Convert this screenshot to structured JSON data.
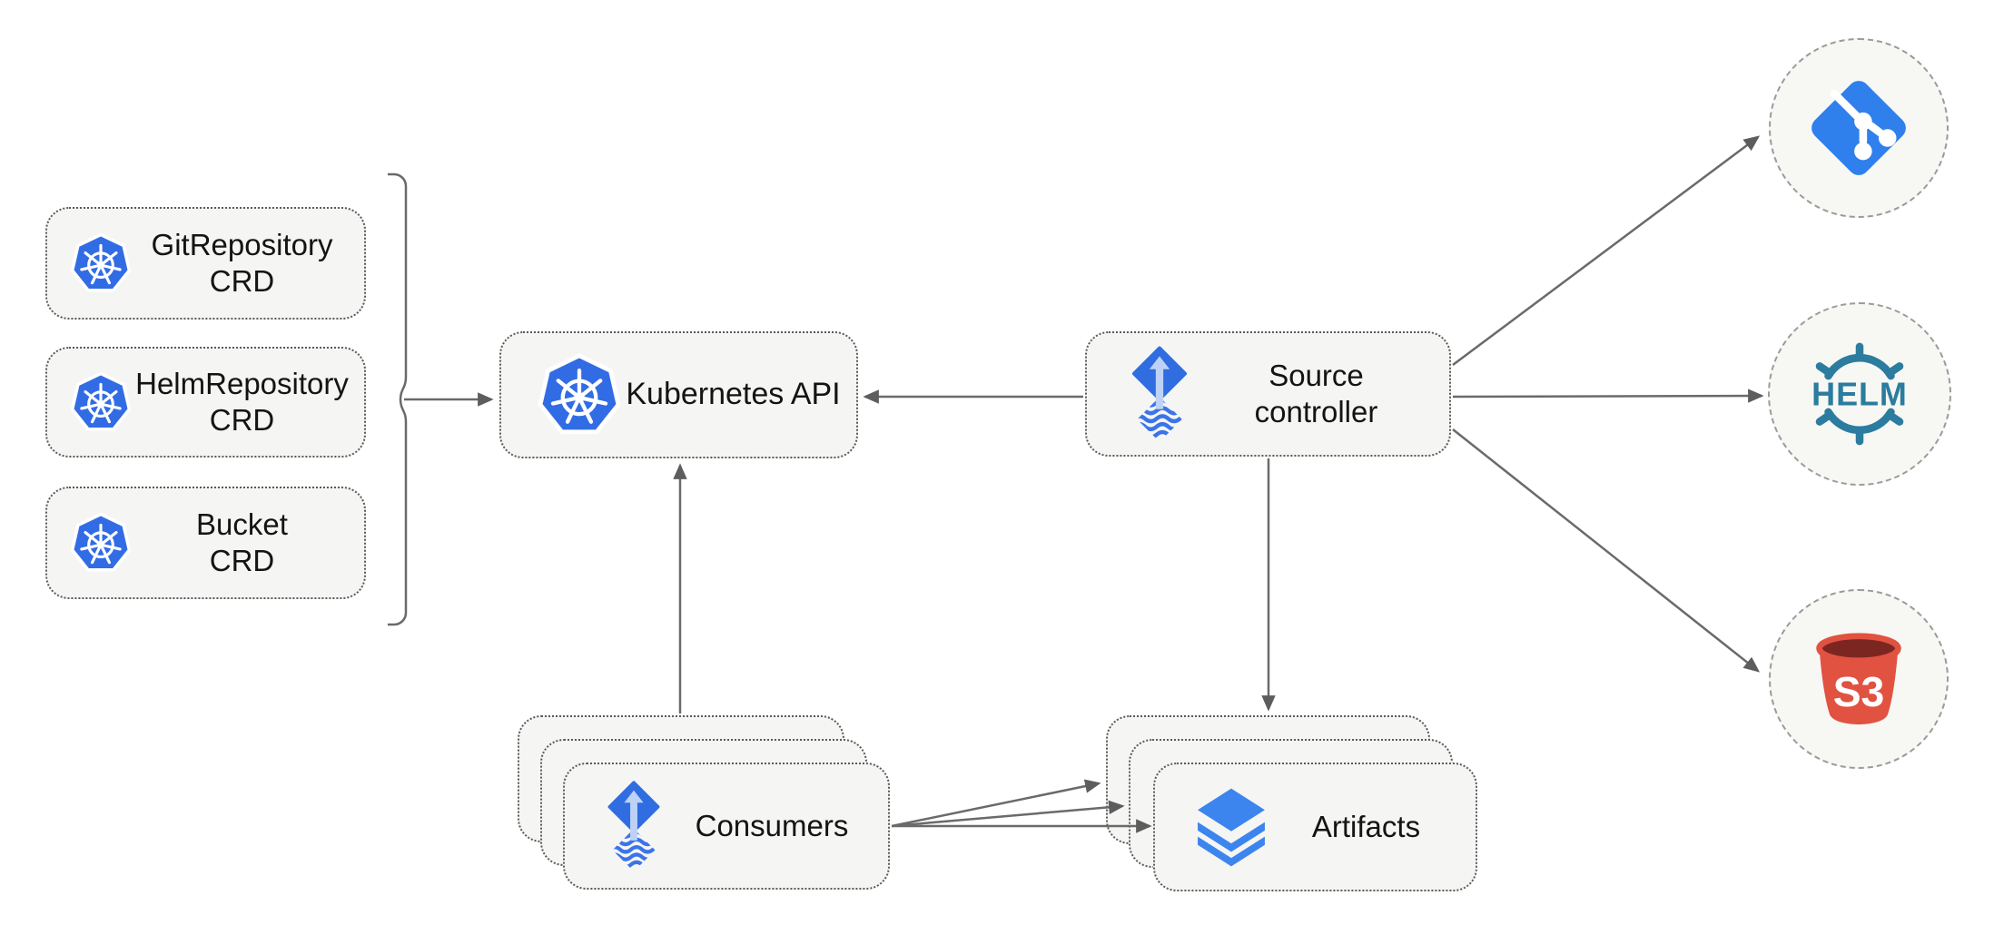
{
  "diagram": {
    "nodes": {
      "crd_boxes": [
        {
          "id": "git-repository-crd",
          "line1": "GitRepository",
          "line2": "CRD",
          "icon": "kubernetes-icon"
        },
        {
          "id": "helm-repository-crd",
          "line1": "HelmRepository",
          "line2": "CRD",
          "icon": "kubernetes-icon"
        },
        {
          "id": "bucket-crd",
          "line1": "Bucket",
          "line2": "CRD",
          "icon": "kubernetes-icon"
        }
      ],
      "kubernetes_api": {
        "label": "Kubernetes API",
        "icon": "kubernetes-icon"
      },
      "source_controller": {
        "line1": "Source",
        "line2": "controller",
        "icon": "flux-icon"
      },
      "consumers": {
        "label": "Consumers",
        "icon": "flux-icon",
        "stacked_count": 3
      },
      "artifacts": {
        "label": "Artifacts",
        "icon": "layers-icon",
        "stacked_count": 3
      },
      "externals": [
        {
          "id": "git",
          "icon": "git-icon",
          "text": ""
        },
        {
          "id": "helm",
          "icon": "helm-icon",
          "text": "HELM"
        },
        {
          "id": "s3",
          "icon": "s3-bucket-icon",
          "text": "S3"
        }
      ]
    },
    "edges": [
      {
        "from": "crd-group-bracket",
        "to": "kubernetes-api"
      },
      {
        "from": "source-controller",
        "to": "kubernetes-api"
      },
      {
        "from": "consumers",
        "to": "kubernetes-api"
      },
      {
        "from": "source-controller",
        "to": "artifacts"
      },
      {
        "from": "source-controller",
        "to": "git"
      },
      {
        "from": "source-controller",
        "to": "helm"
      },
      {
        "from": "source-controller",
        "to": "s3"
      },
      {
        "from": "consumers",
        "to": "artifacts"
      },
      {
        "from": "consumers",
        "to": "artifacts"
      },
      {
        "from": "consumers",
        "to": "artifacts"
      }
    ],
    "colors": {
      "kubernetes_blue": "#326CE5",
      "flux_diamond_blue": "#2F6DE0",
      "flux_arrow_light_blue": "#BDD2F5",
      "flux_wave_blue": "#3B74E8",
      "git_blue": "#2F80ED",
      "helm_teal": "#2B7C9E",
      "s3_red": "#E15241",
      "s3_dark_red": "#7C2622",
      "layers_blue": "#3D85EE",
      "node_fill": "#F5F5F4",
      "node_border": "#5A5A5A",
      "external_fill": "#F7F7F4",
      "external_border": "#9B9B9B",
      "arrow_gray": "#666666",
      "label_text": "#141414"
    },
    "icons": [
      "kubernetes-icon",
      "flux-icon",
      "layers-icon",
      "git-icon",
      "helm-icon",
      "s3-bucket-icon"
    ]
  }
}
